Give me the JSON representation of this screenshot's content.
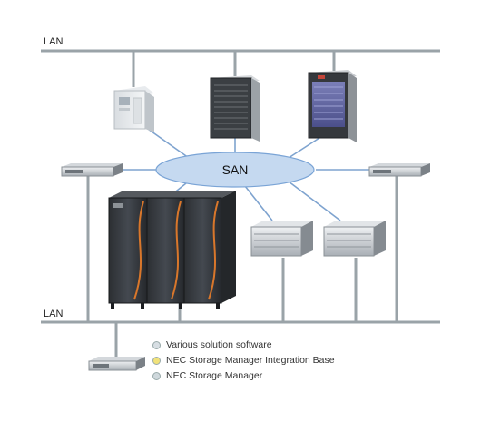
{
  "lan_top_label": "LAN",
  "lan_bottom_label": "LAN",
  "san_label": "SAN",
  "legend": [
    {
      "label": "Various solution software",
      "color": "#d7dee3"
    },
    {
      "label": "NEC Storage Manager Integration Base",
      "color": "#f1e27a"
    },
    {
      "label": "NEC Storage Manager",
      "color": "#cfd8dc"
    }
  ],
  "colors": {
    "lan_line": "#9aa3a8",
    "san_fill": "#c5d9f0",
    "san_stroke": "#7aa4d6",
    "san_link": "#7ea3cf"
  }
}
